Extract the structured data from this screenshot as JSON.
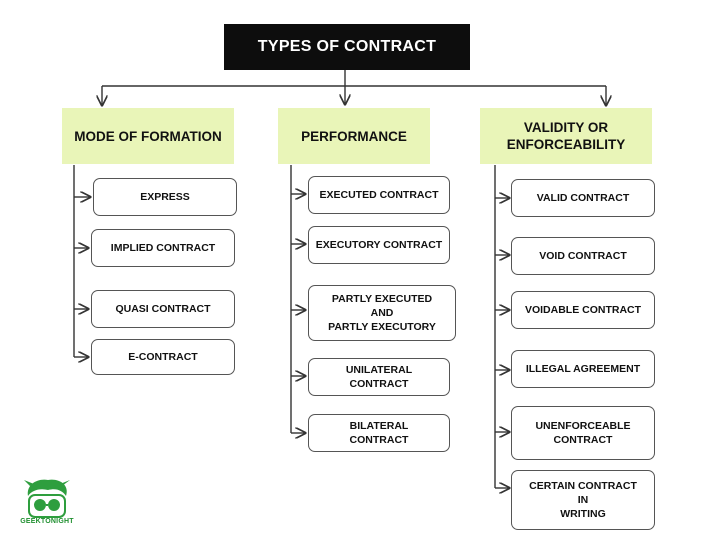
{
  "title": "TYPES OF CONTRACT",
  "categories": [
    {
      "label": "MODE OF FORMATION",
      "items": [
        "EXPRESS",
        "IMPLIED CONTRACT",
        "QUASI CONTRACT",
        "E-CONTRACT"
      ]
    },
    {
      "label": "PERFORMANCE",
      "items": [
        "EXECUTED CONTRACT",
        "EXECUTORY CONTRACT",
        "PARTLY EXECUTED\nAND\nPARTLY EXECUTORY",
        "UNILATERAL\nCONTRACT",
        "BILATERAL\nCONTRACT"
      ]
    },
    {
      "label": "VALIDITY OR\nENFORCEABILITY",
      "items": [
        "VALID CONTRACT",
        "VOID CONTRACT",
        "VOIDABLE CONTRACT",
        "ILLEGAL AGREEMENT",
        "UNENFORCEABLE\nCONTRACT",
        "CERTAIN CONTRACT\nIN\nWRITING"
      ]
    }
  ],
  "logo": {
    "text": "GEEKTONIGHT",
    "color": "#1f8f2f"
  },
  "colors": {
    "title_bg": "#0d0d0d",
    "category_bg": "#e9f5b8",
    "line": "#333333"
  }
}
